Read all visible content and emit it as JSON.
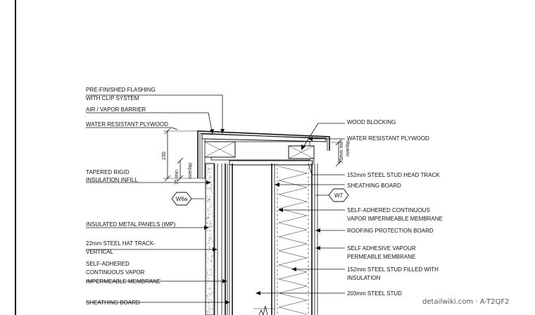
{
  "labels_left": [
    [
      "PRE-FINISHED FLASHING",
      "WITH CLIP SYSTEM"
    ],
    [
      "AIR / VAPOR BARRIER"
    ],
    [
      "WATER RESISTANT PLYWOOD"
    ],
    [
      "TAPERED RIGID",
      "INSULATION INFILL"
    ],
    [
      "INSULATED METAL PANELS (IMP)"
    ],
    [
      "22mm STEEL HAT TRACK-",
      "VERTICAL"
    ],
    [
      "SELF-ADHERED",
      "CONTINUOUS VAPOR",
      "IMPERMEABLE MEMBRANE"
    ],
    [
      "SHEATHING BOARD"
    ]
  ],
  "labels_right": [
    [
      "WOOD BLOCKING"
    ],
    [
      "WATER RESISTANT PLYWOOD"
    ],
    [
      "152mm STEEL STUD HEAD TRACK"
    ],
    [
      "SHEATHING BOARD"
    ],
    [
      "SELF-ADHERED CONTINUOUS",
      "VAPOR IMPERMEABLE MEMBRANE"
    ],
    [
      "ROOFING PROTECTION BOARD"
    ],
    [
      "SELF ADHESIVE VAPOUR",
      "PERMEABLE MEMBRANE"
    ],
    [
      "152mm STEEL STUD FILLED WITH",
      "INSULATION"
    ],
    [
      "203mm STEEL STUD"
    ]
  ],
  "dimensions": {
    "height": "230",
    "overlap_left": [
      "75 min",
      "overlap"
    ],
    "overlap_right": [
      "75mm min",
      "overlap"
    ]
  },
  "tags": {
    "left": "W6a",
    "right": "W7"
  },
  "watermark": "detailwiki.com · A-T2QF2"
}
